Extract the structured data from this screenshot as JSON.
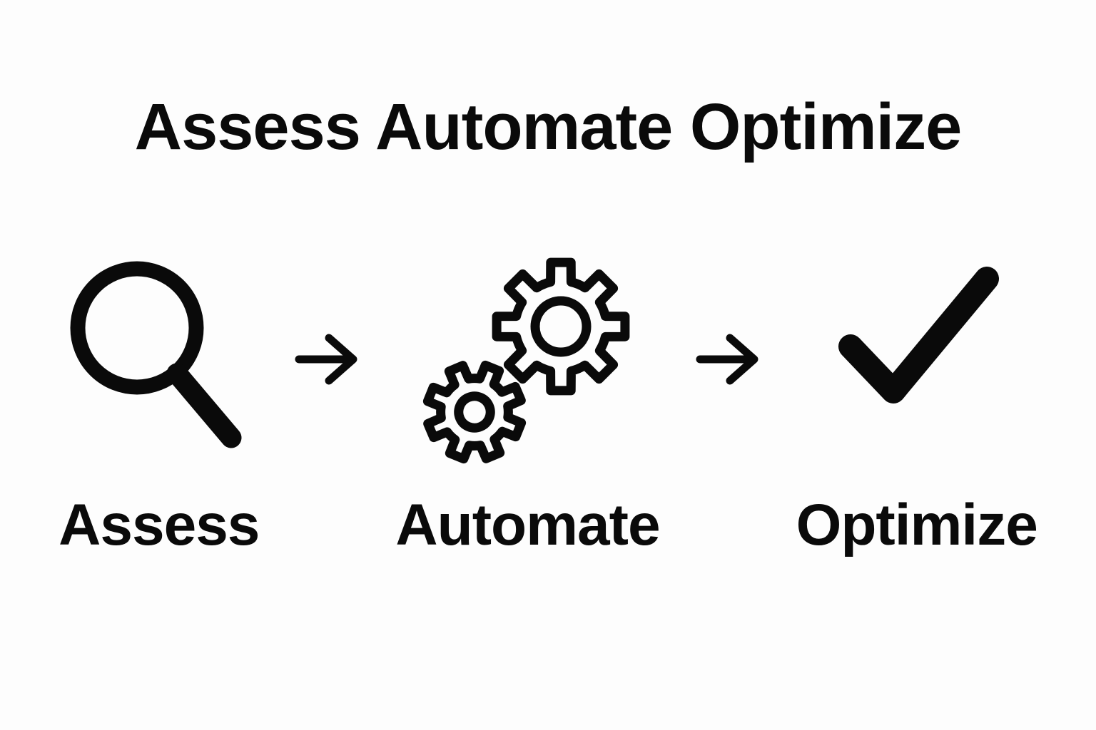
{
  "page": {
    "background_color": "#fdfdfd",
    "ink_color": "#0a0a0a"
  },
  "title": "Assess Automate Optimize",
  "flow": {
    "steps": [
      {
        "label": "Assess",
        "icon": "magnifier-search-icon"
      },
      {
        "label": "Automate",
        "icon": "gears-icon"
      },
      {
        "label": "Optimize",
        "icon": "checkmark-icon"
      }
    ],
    "connector": {
      "icon": "arrow-right-icon",
      "direction": "right"
    }
  }
}
